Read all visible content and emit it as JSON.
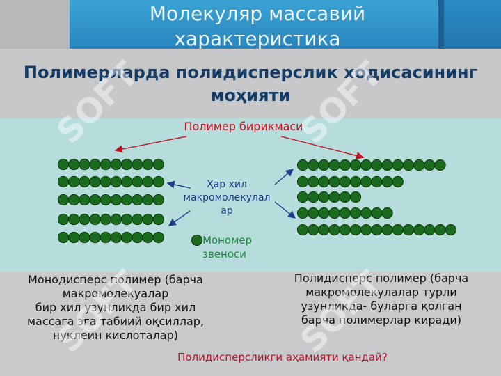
{
  "header": {
    "title_line1": "Молекуляр массавий",
    "title_line2": "характеристика"
  },
  "subtitle": {
    "line1": "Полимерларда  полидисперслик ходисасининг",
    "line2": "моҳияти"
  },
  "diagram": {
    "polymer_label": "Полимер бирикмаси",
    "macro_label_lines": [
      "Ҳар хил",
      "макромолекулал",
      "ар"
    ],
    "monomer_label_lines": [
      "Мономер",
      "звеноси"
    ],
    "chain_color": "#1b6b1e",
    "bead_edge": "#0c3a0d",
    "arrow_color_red": "#c0121f",
    "arrow_color_blue": "#1c3f8a",
    "monodisperse_chain_beads": [
      10,
      10,
      10,
      10,
      10
    ],
    "polydisperse_chain_beads": [
      14,
      10,
      6,
      9,
      15
    ]
  },
  "texts": {
    "monodisperse": "Монодисперс полимер (барча\nмакромолекуалар\n бир хил узунликда бир хил\nмассага эга табиий оқсиллар,\nнуклеин кислоталар)",
    "polydisperse": "Полидисперс полимер (барча\nмакромолекулалар турли\nузунликда- буларга қолган\nбарча полимерлар киради)",
    "question": "Полидисперсликги аҳамияти қандай?"
  },
  "watermark": "SOFT"
}
